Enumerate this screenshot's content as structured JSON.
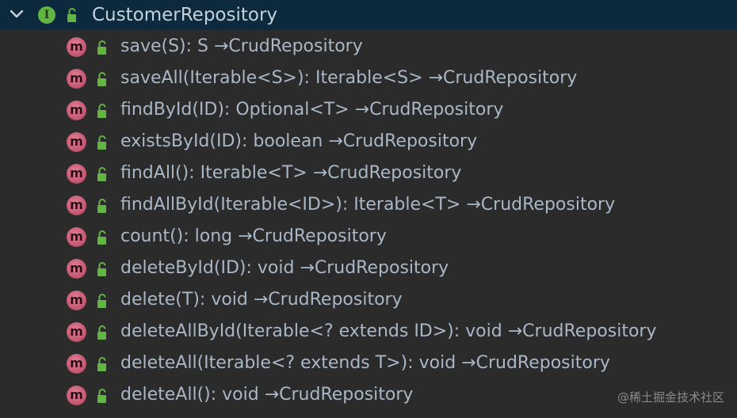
{
  "tree": {
    "header": {
      "chevron_icon": "chevron-down-icon",
      "kind_icon_letter": "I",
      "title": "CustomerRepository",
      "colors": {
        "row_background": "#0d293e",
        "interface_icon": "#62b543",
        "lock": "#62b543"
      }
    },
    "method_icon_letter": "m",
    "methods": [
      {
        "signature": "save(S): S",
        "origin": "→CrudRepository"
      },
      {
        "signature": "saveAll(Iterable<S>): Iterable<S>",
        "origin": "→CrudRepository"
      },
      {
        "signature": "findById(ID): Optional<T>",
        "origin": "→CrudRepository"
      },
      {
        "signature": "existsById(ID): boolean",
        "origin": "→CrudRepository"
      },
      {
        "signature": "findAll(): Iterable<T>",
        "origin": "→CrudRepository"
      },
      {
        "signature": "findAllById(Iterable<ID>): Iterable<T>",
        "origin": "→CrudRepository"
      },
      {
        "signature": "count(): long",
        "origin": "→CrudRepository"
      },
      {
        "signature": "deleteById(ID): void",
        "origin": "→CrudRepository"
      },
      {
        "signature": "delete(T): void",
        "origin": "→CrudRepository"
      },
      {
        "signature": "deleteAllById(Iterable<? extends ID>): void",
        "origin": "→CrudRepository"
      },
      {
        "signature": "deleteAll(Iterable<? extends T>): void",
        "origin": "→CrudRepository"
      },
      {
        "signature": "deleteAll(): void",
        "origin": "→CrudRepository"
      }
    ]
  },
  "watermark": "@稀土掘金技术社区",
  "colors": {
    "background": "#2b2b2b",
    "text": "#a9b7c6",
    "method_icon": "#c55a74"
  }
}
